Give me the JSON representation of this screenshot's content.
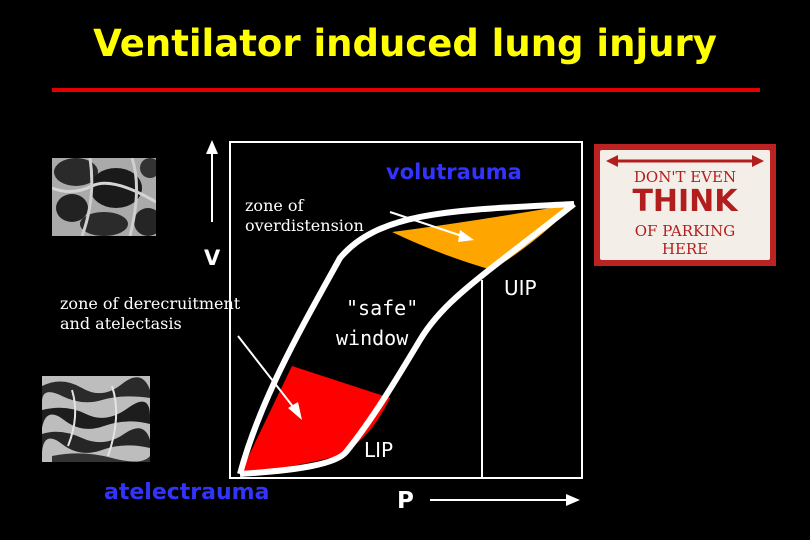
{
  "slide": {
    "title": "Ventilator induced lung injury",
    "accent_color": "#e00000",
    "title_color": "#ffff00"
  },
  "diagram": {
    "axis_y_label": "V",
    "axis_x_label": "P",
    "volutrauma_label": "volutrauma",
    "overdistension_label_line1": "zone of",
    "overdistension_label_line2": "overdistension",
    "derecruitment_label_line1": "zone of derecruitment",
    "derecruitment_label_line2": "and atelectasis",
    "safe_window_line1": "\"safe\"",
    "safe_window_line2": "window",
    "uip_label": "UIP",
    "lip_label": "LIP",
    "atelectrauma_label": "atelectrauma",
    "overdistension_zone_color": "#ffa500",
    "derecruitment_zone_color": "#ff0000",
    "volutrauma_color": "#3333ff"
  },
  "sign": {
    "line1": "DON'T EVEN",
    "line2": "THINK",
    "line3": "OF PARKING",
    "line4": "HERE"
  },
  "icons": {
    "top_photo": "alveoli-overdistended-photo",
    "bottom_photo": "alveoli-collapsed-photo",
    "sign_photo": "parking-sign-photo"
  }
}
